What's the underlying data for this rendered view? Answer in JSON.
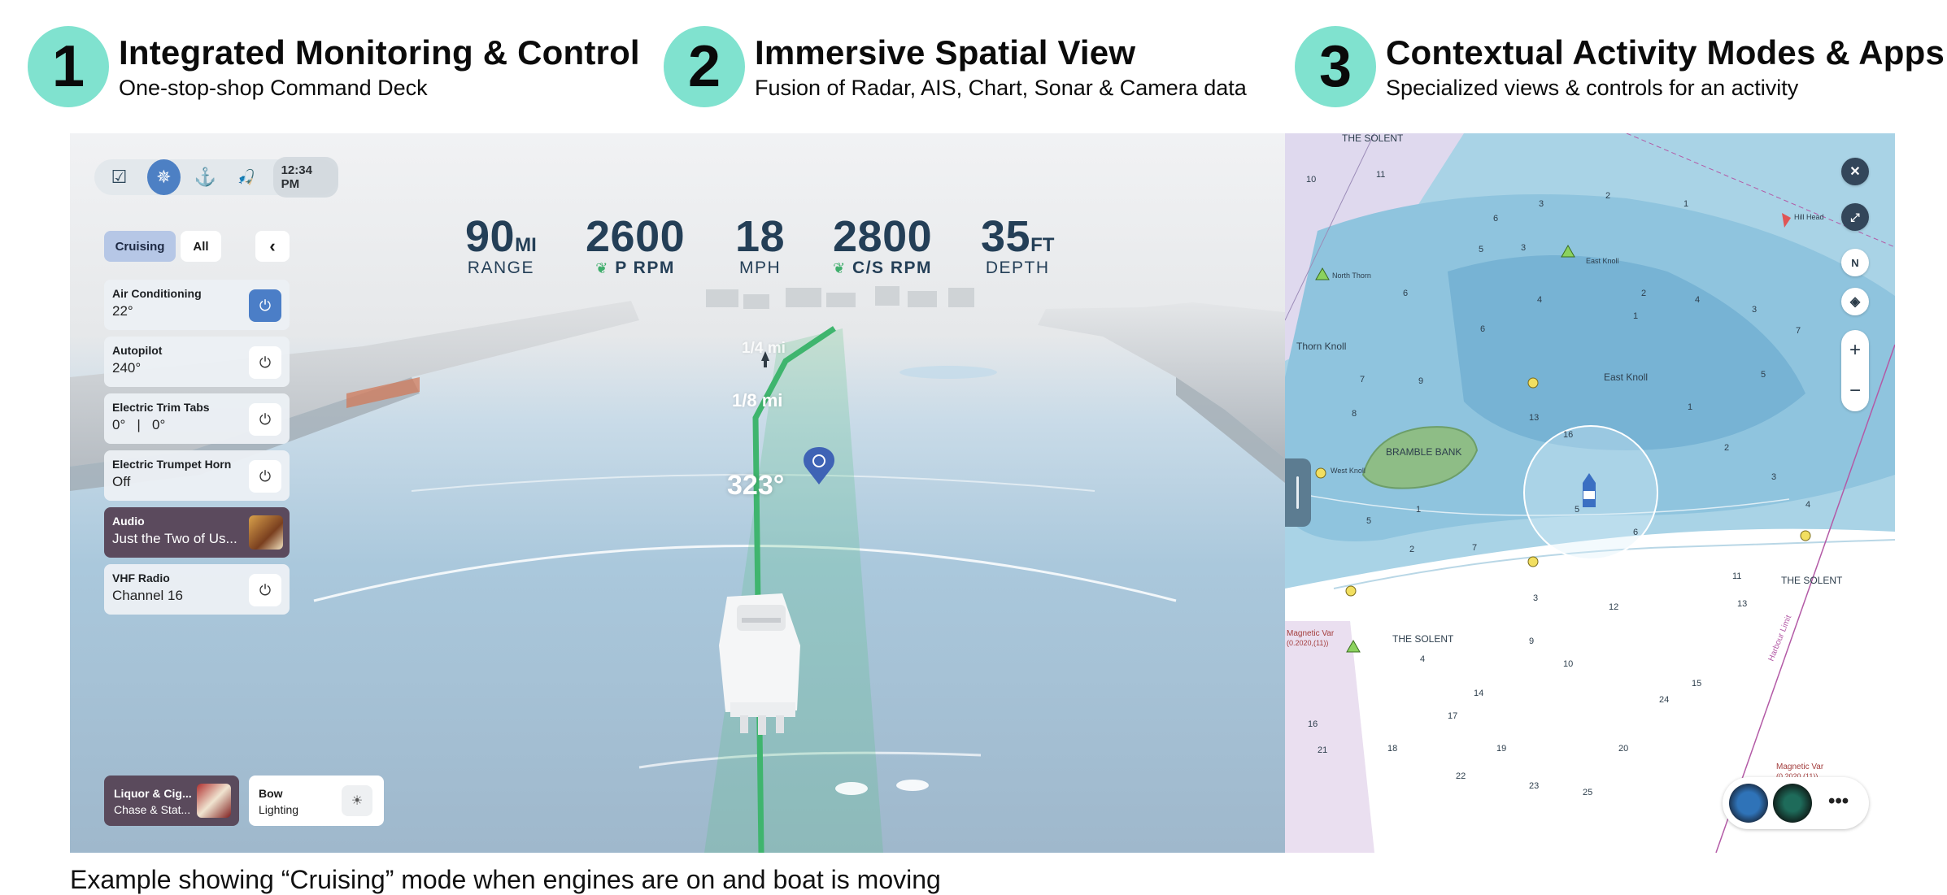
{
  "features": [
    {
      "num": "1",
      "title": "Integrated Monitoring & Control",
      "subtitle": "One-stop-shop Command Deck"
    },
    {
      "num": "2",
      "title": "Immersive Spatial View",
      "subtitle": "Fusion of Radar, AIS, Chart, Sonar & Camera data"
    },
    {
      "num": "3",
      "title": "Contextual Activity Modes & Apps",
      "subtitle": "Specialized views & controls for an activity"
    }
  ],
  "topbar": {
    "checklist_icon": "☑",
    "helm_icon": "✵",
    "anchor_icon": "⚓",
    "fishing_icon": "🎣",
    "time": "12:34 PM"
  },
  "modes": {
    "cruising": "Cruising",
    "all": "All",
    "back": "‹"
  },
  "controls": [
    {
      "name": "Air Conditioning",
      "value": "22°",
      "on": true
    },
    {
      "name": "Autopilot",
      "value": "240°",
      "on": false
    },
    {
      "name": "Electric Trim Tabs",
      "value": "0°   |   0°",
      "on": false
    },
    {
      "name": "Electric Trumpet Horn",
      "value": "Off",
      "on": false
    },
    {
      "name": "Audio",
      "value": "Just the Two of Us..."
    },
    {
      "name": "VHF Radio",
      "value": "Channel 16",
      "on": false
    }
  ],
  "power_icon": "⏻",
  "stats": [
    {
      "value": "90",
      "unit": "MI",
      "label": "RANGE",
      "leaf": ""
    },
    {
      "value": "2600",
      "unit": "",
      "label": "P RPM",
      "leaf": "❦"
    },
    {
      "value": "18",
      "unit": "",
      "label": "MPH",
      "leaf": ""
    },
    {
      "value": "2800",
      "unit": "",
      "label": "C/S RPM",
      "leaf": "❦"
    },
    {
      "value": "35",
      "unit": "FT",
      "label": "DEPTH",
      "leaf": ""
    }
  ],
  "scene": {
    "dist1": "1/4 mi",
    "dist2": "1/8 mi",
    "heading": "323°"
  },
  "bottom_widgets": [
    {
      "line1": "Liquor & Cig...",
      "line2": "Chase & Stat..."
    },
    {
      "line1": "Bow",
      "line2": "Lighting",
      "icon": "☀"
    }
  ],
  "map": {
    "labels": {
      "the_solent_1": "THE SOLENT",
      "north_thorn": "North Thorn",
      "thorn_knoll": "Thorn Knoll",
      "east_knoll_1": "East Knoll",
      "east_knoll_2": "East Knoll",
      "hill_head": "Hill Head",
      "bramble_bank": "BRAMBLE BANK",
      "west_knoll": "West Knoll",
      "the_solent_2": "THE SOLENT",
      "the_solent_3": "THE SOLENT",
      "magnetic_var_1": "Magnetic Var",
      "magnetic_var_1b": "(0.2020,(11))",
      "magnetic_var_2": "Magnetic Var",
      "magnetic_var_2b": "(0.2020,(11))",
      "harbour_limit": "Harbour Limit"
    },
    "soundings": [
      "10",
      "11",
      "6",
      "3",
      "2",
      "5",
      "4",
      "6",
      "3",
      "1",
      "2",
      "4",
      "1",
      "3",
      "7",
      "1",
      "5",
      "6",
      "9",
      "7",
      "8",
      "2",
      "4",
      "3",
      "5",
      "13",
      "16",
      "1",
      "2",
      "3",
      "4",
      "5",
      "6",
      "7",
      "9",
      "10",
      "11",
      "12",
      "13",
      "14",
      "15",
      "16",
      "17",
      "18",
      "19",
      "20",
      "21",
      "22",
      "23",
      "24",
      "25"
    ],
    "controls": {
      "close": "✕",
      "expand": "⤢",
      "north": "N",
      "layers": "◈",
      "zoom_in": "+",
      "zoom_out": "−",
      "more": "•••"
    }
  },
  "colors": {
    "accent_teal": "#80e2cf",
    "active_blue": "#4d80c4",
    "route_green": "#3fb56e",
    "text_navy": "#243f57"
  },
  "caption": "Example showing “Cruising” mode when engines are on and boat is moving"
}
